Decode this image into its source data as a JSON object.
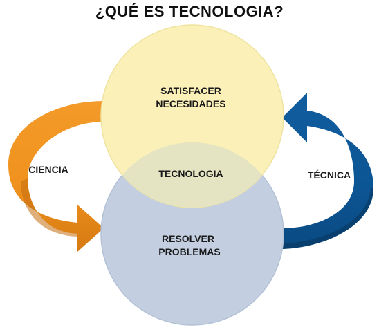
{
  "title": "¿QUÉ ES TECNOLOGIA?",
  "circles": {
    "top": {
      "line1": "SATISFACER",
      "line2": "NECESIDADES",
      "color": "#faf0b8",
      "stroke": "#efe3a0"
    },
    "bottom": {
      "line1": "RESOLVER",
      "line2": "PROBLEMAS",
      "color": "#c3cfe0",
      "stroke": "#b3c1d6"
    },
    "overlap": {
      "label": "TECNOLOGIA",
      "color": "#e4e3c2"
    }
  },
  "arrows": {
    "left": {
      "label": "CIENCIA",
      "color": "#f0921e",
      "shade": "#c76f0d"
    },
    "right": {
      "label": "TÉCNICA",
      "color": "#0c5594",
      "shade": "#083f70"
    }
  }
}
